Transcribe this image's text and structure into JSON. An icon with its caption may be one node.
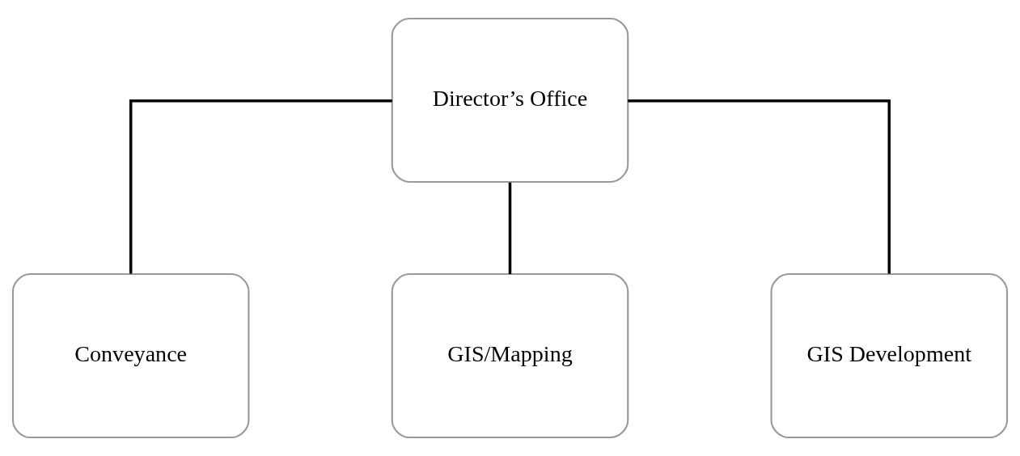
{
  "diagram": {
    "nodes": [
      {
        "text": [
          "Director’s Office"
        ]
      },
      {
        "text": [
          "Conveyance"
        ]
      },
      {
        "text": [
          "GIS/Mapping"
        ]
      },
      {
        "text": [
          "GIS Development"
        ]
      }
    ],
    "edges": [
      {
        "from": 0,
        "to": 1,
        "arrow": "none"
      },
      {
        "from": 0,
        "to": 2,
        "arrow": "none"
      },
      {
        "from": 0,
        "to": 3,
        "arrow": "none"
      }
    ]
  }
}
